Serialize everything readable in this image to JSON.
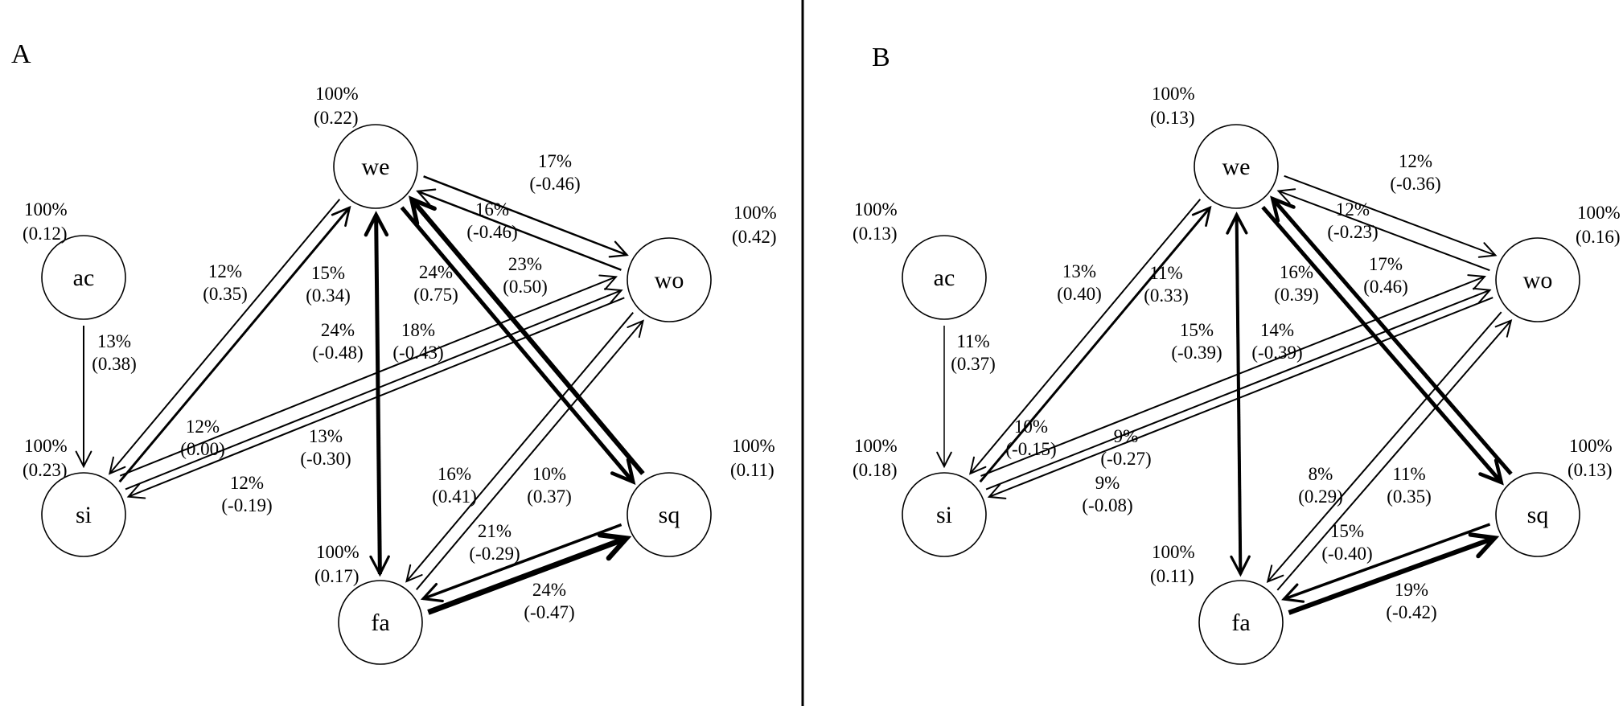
{
  "divider_color": "#000000",
  "panels": [
    {
      "id": "A",
      "label": "A",
      "nodes": [
        {
          "id": "we",
          "label": "we",
          "pct": "100%",
          "val": "(0.22)"
        },
        {
          "id": "wo",
          "label": "wo",
          "pct": "100%",
          "val": "(0.42)"
        },
        {
          "id": "ac",
          "label": "ac",
          "pct": "100%",
          "val": "(0.12)"
        },
        {
          "id": "si",
          "label": "si",
          "pct": "100%",
          "val": "(0.23)"
        },
        {
          "id": "sq",
          "label": "sq",
          "pct": "100%",
          "val": "(0.11)"
        },
        {
          "id": "fa",
          "label": "fa",
          "pct": "100%",
          "val": "(0.17)"
        }
      ],
      "edges": [
        {
          "from": "we",
          "to": "wo",
          "pct": "17%",
          "val": "(-0.46)",
          "weight": 2.5
        },
        {
          "from": "wo",
          "to": "we",
          "pct": "16%",
          "val": "(-0.46)",
          "weight": 2.5
        },
        {
          "from": "si",
          "to": "we",
          "pct": "12%",
          "val": "(0.35)",
          "weight": 3
        },
        {
          "from": "we",
          "to": "si",
          "pct": "15%",
          "val": "(0.34)",
          "weight": 2
        },
        {
          "from": "fa",
          "to": "we",
          "pct": "24%",
          "val": "(-0.48)",
          "weight": 5
        },
        {
          "from": "we",
          "to": "fa",
          "pct": "18%",
          "val": "(-0.43)",
          "weight": 3.5
        },
        {
          "from": "sq",
          "to": "we",
          "pct": "24%",
          "val": "(0.75)",
          "weight": 6
        },
        {
          "from": "we",
          "to": "sq",
          "pct": "23%",
          "val": "(0.50)",
          "weight": 5
        },
        {
          "from": "ac",
          "to": "si",
          "pct": "13%",
          "val": "(0.38)",
          "weight": 2
        },
        {
          "from": "wo",
          "to": "si",
          "pct": "12%",
          "val": "(0.00)",
          "weight": 2
        },
        {
          "from": "si",
          "to": "wo",
          "pct": "13%",
          "val": "(-0.30)",
          "weight": 2
        },
        {
          "from": "si",
          "to": "wo",
          "pct": "12%",
          "val": "(-0.19)",
          "weight": 2
        },
        {
          "from": "fa",
          "to": "wo",
          "pct": "16%",
          "val": "(0.41)",
          "weight": 2
        },
        {
          "from": "wo",
          "to": "fa",
          "pct": "10%",
          "val": "(0.37)",
          "weight": 2
        },
        {
          "from": "sq",
          "to": "fa",
          "pct": "21%",
          "val": "(-0.29)",
          "weight": 3.5
        },
        {
          "from": "fa",
          "to": "sq",
          "pct": "24%",
          "val": "(-0.47)",
          "weight": 7
        }
      ]
    },
    {
      "id": "B",
      "label": "B",
      "nodes": [
        {
          "id": "we",
          "label": "we",
          "pct": "100%",
          "val": "(0.13)"
        },
        {
          "id": "wo",
          "label": "wo",
          "pct": "100%",
          "val": "(0.16)"
        },
        {
          "id": "ac",
          "label": "ac",
          "pct": "100%",
          "val": "(0.13)"
        },
        {
          "id": "si",
          "label": "si",
          "pct": "100%",
          "val": "(0.18)"
        },
        {
          "id": "sq",
          "label": "sq",
          "pct": "100%",
          "val": "(0.13)"
        },
        {
          "id": "fa",
          "label": "fa",
          "pct": "100%",
          "val": "(0.11)"
        }
      ],
      "edges": [
        {
          "from": "we",
          "to": "wo",
          "pct": "12%",
          "val": "(-0.36)",
          "weight": 2
        },
        {
          "from": "wo",
          "to": "we",
          "pct": "12%",
          "val": "(-0.23)",
          "weight": 2
        },
        {
          "from": "si",
          "to": "we",
          "pct": "13%",
          "val": "(0.40)",
          "weight": 3
        },
        {
          "from": "we",
          "to": "si",
          "pct": "11%",
          "val": "(0.33)",
          "weight": 2
        },
        {
          "from": "fa",
          "to": "we",
          "pct": "15%",
          "val": "(-0.39)",
          "weight": 4
        },
        {
          "from": "we",
          "to": "fa",
          "pct": "14%",
          "val": "(-0.39)",
          "weight": 3.5
        },
        {
          "from": "sq",
          "to": "we",
          "pct": "16%",
          "val": "(0.39)",
          "weight": 5
        },
        {
          "from": "we",
          "to": "sq",
          "pct": "17%",
          "val": "(0.46)",
          "weight": 5
        },
        {
          "from": "ac",
          "to": "si",
          "pct": "11%",
          "val": "(0.37)",
          "weight": 1.5
        },
        {
          "from": "wo",
          "to": "si",
          "pct": "10%",
          "val": "(-0.15)",
          "weight": 2
        },
        {
          "from": "si",
          "to": "wo",
          "pct": "9%",
          "val": "(-0.27)",
          "weight": 2
        },
        {
          "from": "si",
          "to": "wo",
          "pct": "9%",
          "val": "(-0.08)",
          "weight": 2
        },
        {
          "from": "fa",
          "to": "wo",
          "pct": "8%",
          "val": "(0.29)",
          "weight": 2
        },
        {
          "from": "wo",
          "to": "fa",
          "pct": "11%",
          "val": "(0.35)",
          "weight": 2
        },
        {
          "from": "sq",
          "to": "fa",
          "pct": "15%",
          "val": "(-0.40)",
          "weight": 3.5
        },
        {
          "from": "fa",
          "to": "sq",
          "pct": "19%",
          "val": "(-0.42)",
          "weight": 6
        }
      ]
    }
  ]
}
